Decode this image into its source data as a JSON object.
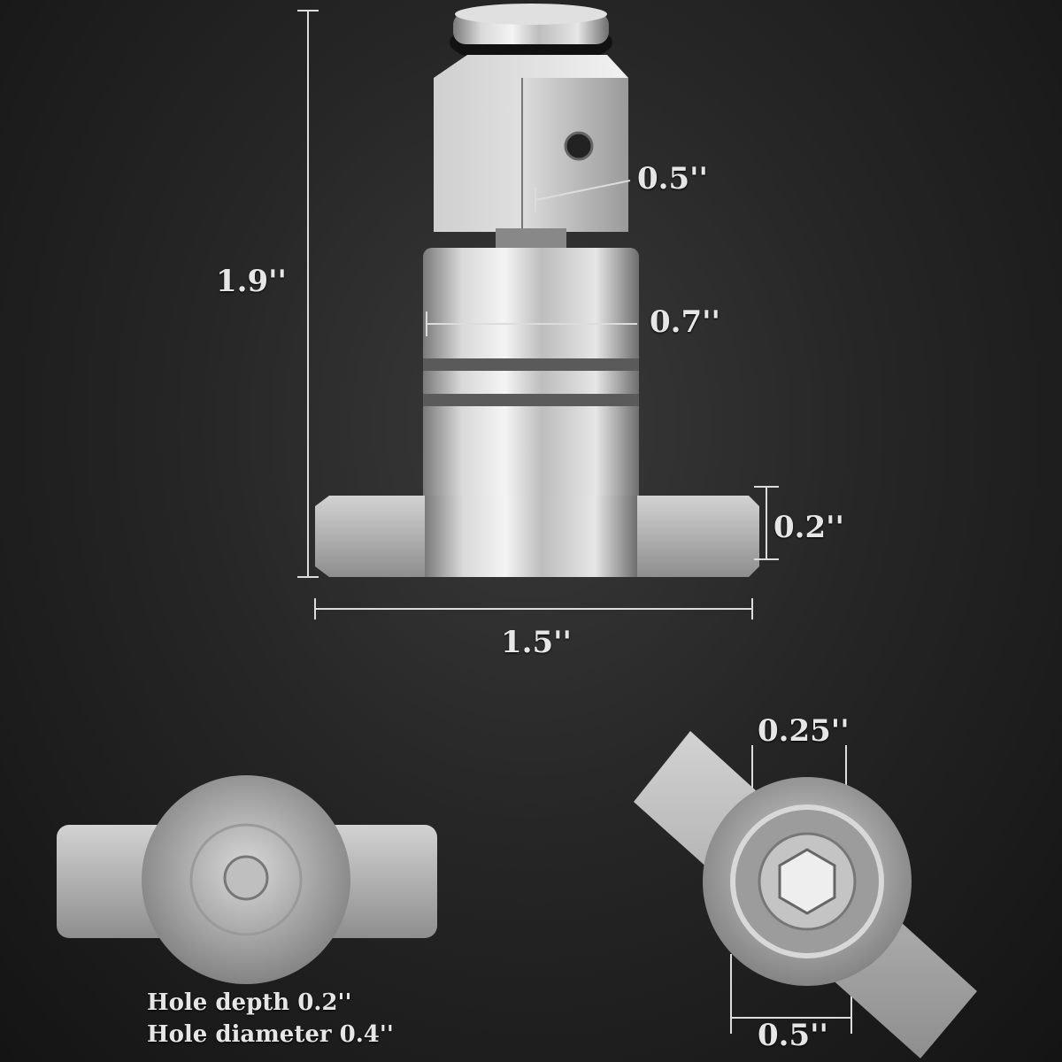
{
  "dimensions": {
    "height": "1.9''",
    "square_drive": "0.5''",
    "body_diameter": "0.7''",
    "flange_thickness": "0.2''",
    "width": "1.5''",
    "hex_socket": "0.25''",
    "bottom_diameter": "0.5''"
  },
  "notes": {
    "hole_depth": "Hole depth 0.2''",
    "hole_diameter": "Hole diameter 0.4''"
  },
  "colors": {
    "background": "#262626",
    "metal_light": "#e8e8e8",
    "metal_dark": "#8a8a8a",
    "dimension_line": "#dcdcdc"
  }
}
